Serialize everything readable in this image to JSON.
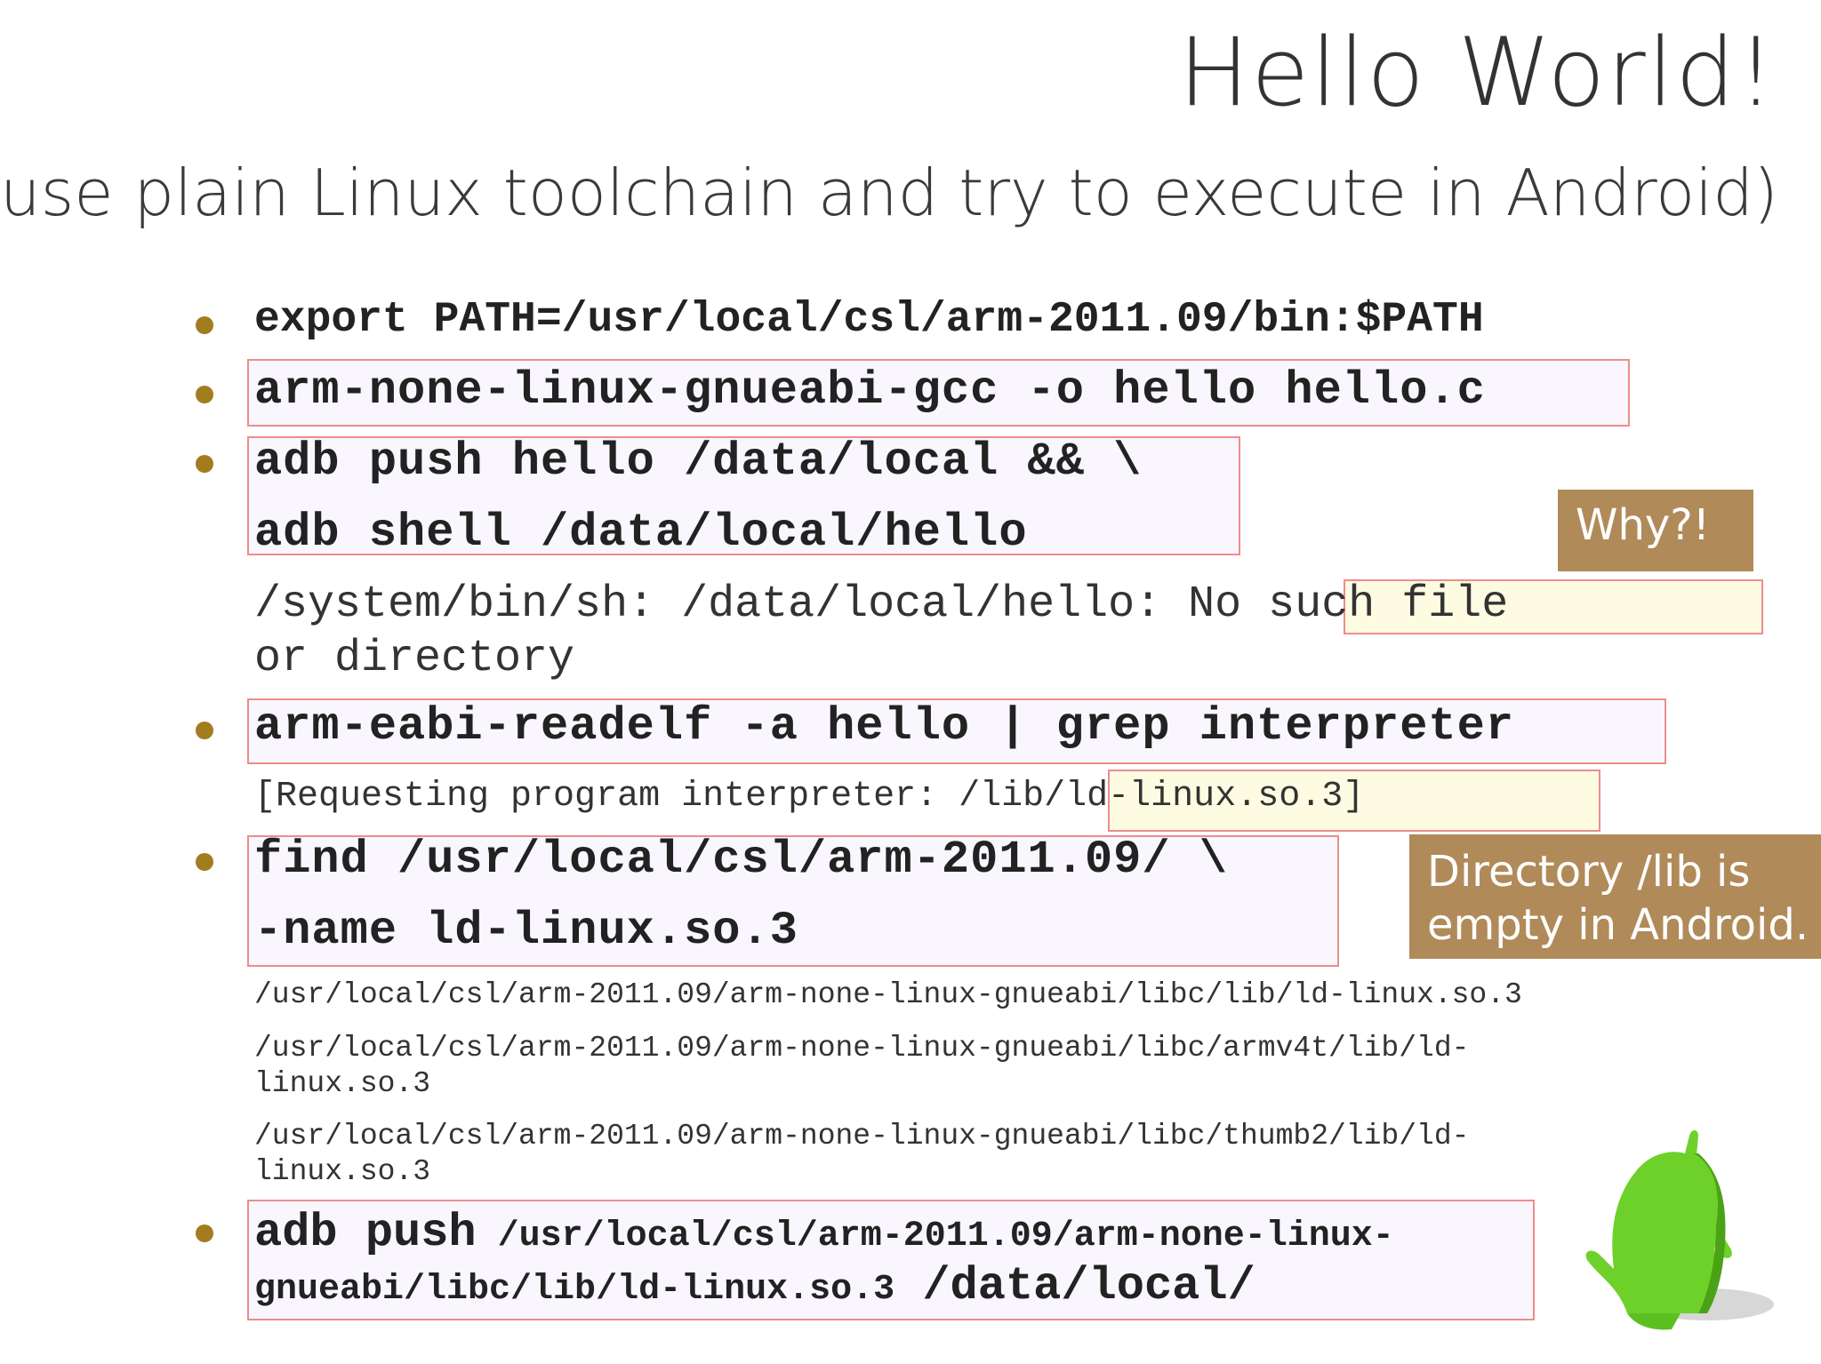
{
  "slide": {
    "title": "Hello World!",
    "subtitle": "(use plain Linux toolchain and try to execute in Android)"
  },
  "commands": {
    "export_path": "export PATH=/usr/local/csl/arm-2011.09/bin:$PATH",
    "gcc": "arm-none-linux-gnueabi-gcc -o hello hello.c",
    "adb_push_1": "adb push hello /data/local && \\",
    "adb_shell": "adb shell /data/local/hello",
    "error_prefix": "/system/bin/sh: /data/local/hello: ",
    "error_highlight": "No such file",
    "error_line2": "or directory",
    "readelf": "arm-eabi-readelf -a hello | grep interpreter",
    "interp_prefix": "[Requesting program interpreter: ",
    "interp_highlight": "/lib/ld-linux.so.3",
    "interp_suffix": "]",
    "find_1": "find /usr/local/csl/arm-2011.09/ \\",
    "find_2": "-name ld-linux.so.3",
    "find_result_1": "/usr/local/csl/arm-2011.09/arm-none-linux-gnueabi/libc/lib/ld-linux.so.3",
    "find_result_2a": "/usr/local/csl/arm-2011.09/arm-none-linux-gnueabi/libc/armv4t/lib/ld-",
    "find_result_2b": "linux.so.3",
    "find_result_3a": "/usr/local/csl/arm-2011.09/arm-none-linux-gnueabi/libc/thumb2/lib/ld-",
    "find_result_3b": "linux.so.3",
    "push_cmd": "adb push",
    "push_path_1": " /usr/local/csl/arm-2011.09/arm-none-linux-",
    "push_path_2": "gnueabi/libc/lib/ld-linux.so.3",
    "push_dest": " /data/local/"
  },
  "notes": {
    "why": "Why?!",
    "lib_empty_1": "Directory /lib is",
    "lib_empty_2": "empty in Android."
  },
  "colors": {
    "bullet": "#a27c1e",
    "note_bg": "#b08a59",
    "box_border": "#ec8d8d",
    "highlight_bg": "#fdfbe2",
    "mascot": "#6ed12a"
  }
}
